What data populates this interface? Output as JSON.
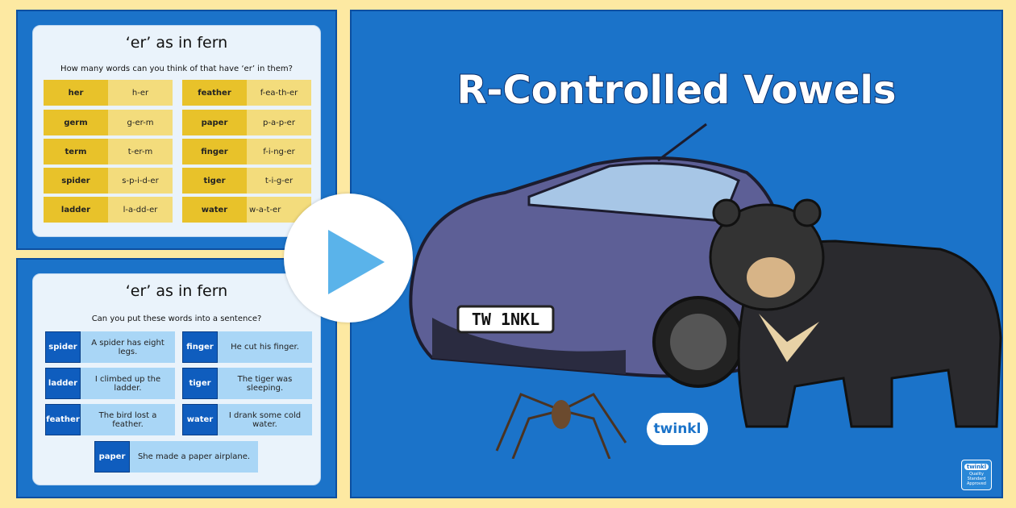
{
  "main_slide": {
    "title": "R-Controlled Vowels",
    "plate": "TW 1NKL",
    "logo": "twinkl",
    "badge": {
      "logo": "twinkl",
      "text": "Quality Standard Approved"
    }
  },
  "slide1": {
    "title": "‘er’ as in fern",
    "subtitle": "How many words can you think of that have ‘er’ in them?",
    "rows": [
      {
        "left_word": "her",
        "left_split": "h-er",
        "right_word": "feather",
        "right_split": "f-ea-th-er"
      },
      {
        "left_word": "germ",
        "left_split": "g-er-m",
        "right_word": "paper",
        "right_split": "p-a-p-er"
      },
      {
        "left_word": "term",
        "left_split": "t-er-m",
        "right_word": "finger",
        "right_split": "f-i-ng-er"
      },
      {
        "left_word": "spider",
        "left_split": "s-p-i-d-er",
        "right_word": "tiger",
        "right_split": "t-i-g-er"
      },
      {
        "left_word": "ladder",
        "left_split": "l-a-dd-er",
        "right_word": "water",
        "right_split": "w-a-t-er"
      }
    ]
  },
  "slide2": {
    "title": "‘er’ as in fern",
    "subtitle": "Can you put these words into a sentence?",
    "rows": [
      {
        "left_word": "spider",
        "left_sentence": "A spider has eight legs.",
        "right_word": "finger",
        "right_sentence": "He cut his finger."
      },
      {
        "left_word": "ladder",
        "left_sentence": "I climbed up the ladder.",
        "right_word": "tiger",
        "right_sentence": "The tiger was sleeping."
      },
      {
        "left_word": "feather",
        "left_sentence": "The bird lost a feather.",
        "right_word": "water",
        "right_sentence": "I drank some cold water."
      }
    ],
    "last": {
      "word": "paper",
      "sentence": "She made a paper airplane."
    }
  },
  "play_button": {
    "icon": "play-icon",
    "color": "#5ab3ea"
  },
  "colors": {
    "background": "#fde9a2",
    "slide_blue": "#1b73c9",
    "yellow": "#e8c22a",
    "light_blue": "#a9d6f6"
  }
}
